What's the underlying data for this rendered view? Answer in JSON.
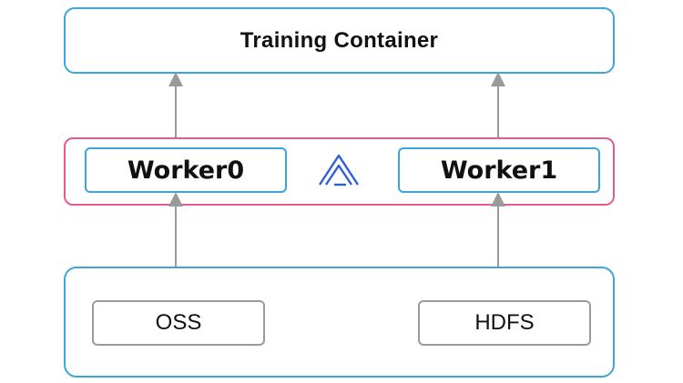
{
  "top": {
    "label": "Training Container"
  },
  "workers": [
    {
      "label": "Worker0"
    },
    {
      "label": "Worker1"
    }
  ],
  "storage": [
    {
      "label": "OSS"
    },
    {
      "label": "HDFS"
    }
  ],
  "colors": {
    "container_border": "#3aa6dc",
    "worker_group_border": "#e85a8a",
    "storage_border": "#9a9a9a",
    "arrow": "#9a9a9a",
    "logo": "#2f5fd6"
  },
  "icons": {
    "center_logo": "triangle-logo-icon"
  }
}
